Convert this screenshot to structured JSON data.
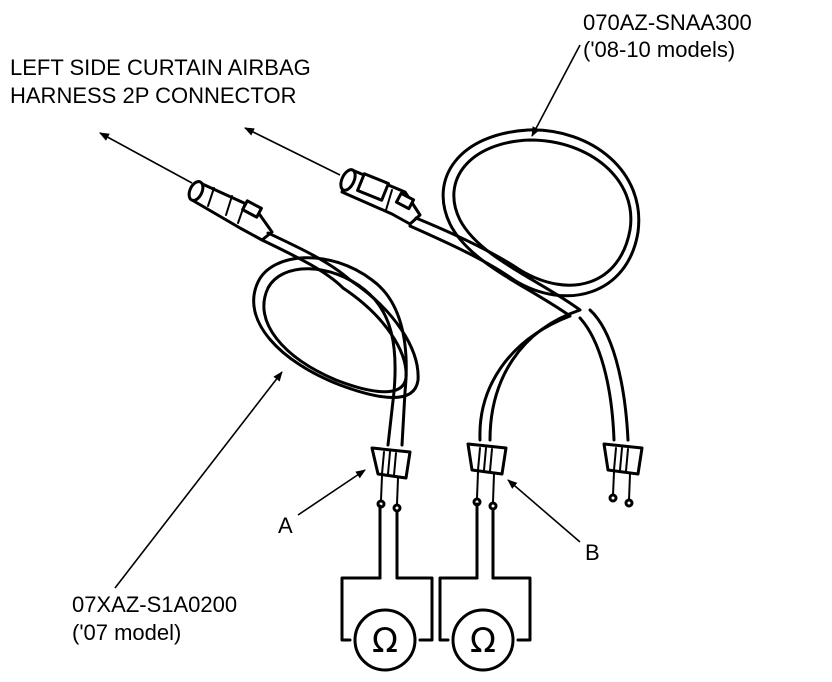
{
  "labels": {
    "connector_line1": "LEFT SIDE CURTAIN AIRBAG",
    "connector_line2": "HARNESS 2P CONNECTOR",
    "harness_b_part": "070AZ-SNAA300",
    "harness_b_models": "('08-10 models)",
    "harness_a_part": "07XAZ-S1A0200",
    "harness_a_models": "('07 model)",
    "callout_a": "A",
    "callout_b": "B"
  },
  "meters": {
    "symbol": "Ω",
    "count": 2
  },
  "colors": {
    "line": "#000000",
    "background": "#ffffff"
  }
}
